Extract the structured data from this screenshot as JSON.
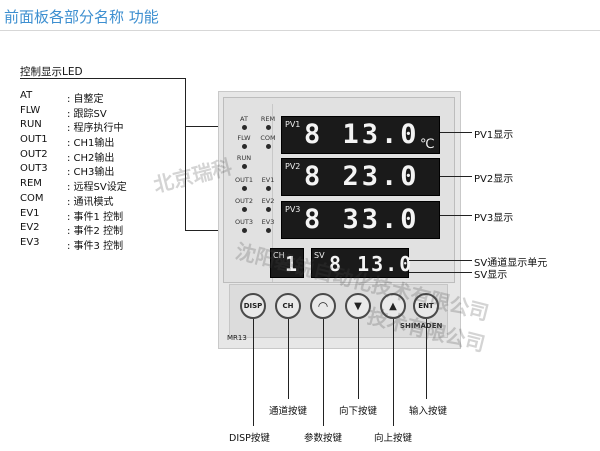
{
  "title": "前面板各部分名称 功能",
  "led_heading": "控制显示LED",
  "legend": [
    {
      "code": "AT",
      "desc": ": 自整定"
    },
    {
      "code": "FLW",
      "desc": ": 跟踪SV"
    },
    {
      "code": "RUN",
      "desc": ": 程序执行中"
    },
    {
      "code": "OUT1",
      "desc": ": CH1输出"
    },
    {
      "code": "OUT2",
      "desc": ": CH2输出"
    },
    {
      "code": "OUT3",
      "desc": ": CH3输出"
    },
    {
      "code": "REM",
      "desc": ": 远程SV设定"
    },
    {
      "code": "COM",
      "desc": ": 通讯模式"
    },
    {
      "code": "EV1",
      "desc": ": 事件1 控制"
    },
    {
      "code": "EV2",
      "desc": ": 事件2 控制"
    },
    {
      "code": "EV3",
      "desc": ": 事件3 控制"
    }
  ],
  "device": {
    "leds": {
      "at": "AT",
      "rem": "REM",
      "flw": "FLW",
      "com": "COM",
      "run": "RUN",
      "out1": "OUT1",
      "ev1": "EV1",
      "out2": "OUT2",
      "ev2": "EV2",
      "out3": "OUT3",
      "ev3": "EV3"
    },
    "displays": {
      "pv1_tag": "PV1",
      "pv1_value": "8 13.0",
      "unit": "℃",
      "pv2_tag": "PV2",
      "pv2_value": "8 23.0",
      "pv3_tag": "PV3",
      "pv3_value": "8 33.0",
      "ch_tag": "CH",
      "ch_value": "1",
      "sv_tag": "SV",
      "sv_value": "8 13.0"
    },
    "keys": {
      "disp": "DISP",
      "ch": "CH",
      "param": "◠",
      "down": "▼",
      "up": "▲",
      "ent": "ENT"
    },
    "model": "MR13",
    "brand": "SHIMADEN"
  },
  "callouts": {
    "pv1": "PV1显示",
    "pv2": "PV2显示",
    "pv3": "PV3显示",
    "sv_unit": "SV通道显示单元",
    "sv": "SV显示"
  },
  "buttons": {
    "disp": "DISP按键",
    "ch": "通道按键",
    "param": "参数按键",
    "down": "向下按键",
    "up": "向上按键",
    "ent": "输入按键"
  },
  "watermark": {
    "line1": "北京瑞科",
    "line2": "沈阳磐锐自动化技术有限公司",
    "line3": "技术有限公司"
  }
}
